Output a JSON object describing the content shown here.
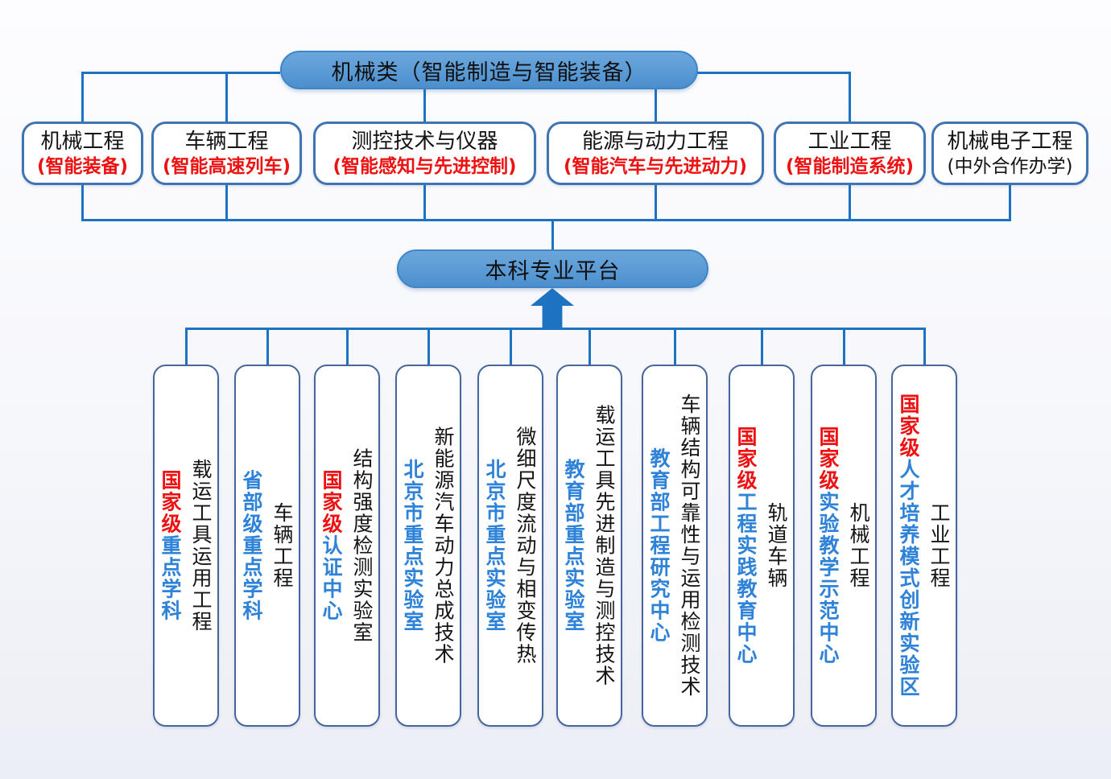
{
  "header_pill": {
    "label": "机械类（智能制造与智能装备）"
  },
  "platform_pill": {
    "label": "本科专业平台"
  },
  "majors": [
    {
      "name": "机械工程",
      "sub": "(智能装备)"
    },
    {
      "name": "车辆工程",
      "sub": "(智能高速列车)"
    },
    {
      "name": "测控技术与仪器",
      "sub": "(智能感知与先进控制)"
    },
    {
      "name": "能源与动力工程",
      "sub": "(智能汽车与先进动力)"
    },
    {
      "name": "工业工程",
      "sub": "(智能制造系统)"
    },
    {
      "name": "机械电子工程",
      "sub": "(中外合作办学)"
    }
  ],
  "platforms": [
    {
      "title": "载运工具运用工程",
      "tag_prefix": "国家级",
      "tag_rest": "重点学科"
    },
    {
      "title": "车辆工程",
      "tag_prefix": "",
      "tag_rest": "省部级重点学科"
    },
    {
      "title": "结构强度检测实验室",
      "tag_prefix": "国家级",
      "tag_rest": "认证中心"
    },
    {
      "title": "新能源汽车动力总成技术",
      "tag_prefix": "",
      "tag_rest": "北京市重点实验室"
    },
    {
      "title": "微细尺度流动与相变传热",
      "tag_prefix": "",
      "tag_rest": "北京市重点实验室"
    },
    {
      "title": "载运工具先进制造与测控技术",
      "tag_prefix": "",
      "tag_rest": "教育部重点实验室"
    },
    {
      "title": "车辆结构可靠性与运用检测技术",
      "tag_prefix": "",
      "tag_rest": "教育部工程研究中心"
    },
    {
      "title": "轨道车辆",
      "tag_prefix": "国家级",
      "tag_rest": "工程实践教育中心"
    },
    {
      "title": "机械工程",
      "tag_prefix": "国家级",
      "tag_rest": "实验教学示范中心"
    },
    {
      "title": "工业工程",
      "tag_prefix": "国家级",
      "tag_rest": "人才培养模式创新实验区"
    }
  ],
  "colors": {
    "connector_blue": "#1d72c2",
    "pill_fill": "#5b9bd5",
    "box_border_top": "#3f74b3",
    "box_border_bottom": "#46679e",
    "emphasis_red": "#ee1111",
    "tag_blue": "#2e82d8"
  }
}
